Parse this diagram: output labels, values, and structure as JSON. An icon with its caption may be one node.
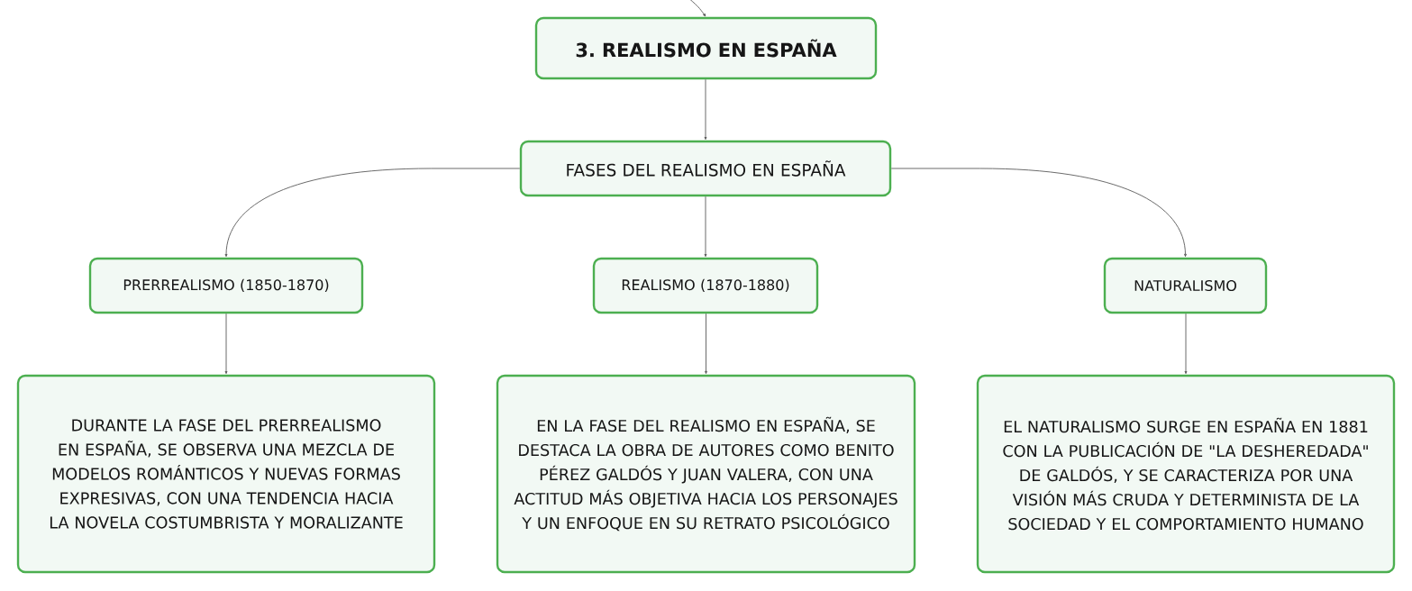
{
  "diagram": {
    "nodes": [
      {
        "text": [
          "3. REALISMO EN ESPAÑA"
        ]
      },
      {
        "text": [
          "FASES DEL REALISMO EN ESPAÑA"
        ]
      },
      {
        "text": [
          "PRERREALISMO (1850-1870)"
        ]
      },
      {
        "text": [
          "REALISMO (1870-1880)"
        ]
      },
      {
        "text": [
          "NATURALISMO"
        ]
      },
      {
        "text": [
          "DURANTE LA FASE DEL PRERREALISMO EN ESPAÑA, SE OBSERVA UNA MEZCLA DE MODELOS ROMÁNTICOS Y NUEVAS FORMAS EXPRESIVAS, CON UNA TENDENCIA HACIA LA NOVELA COSTUMBRISTA Y MORALIZANTE"
        ]
      },
      {
        "text": [
          "EN LA FASE DEL REALISMO EN ESPAÑA, SE DESTACA LA OBRA DE AUTORES COMO BENITO PÉREZ GALDÓS Y JUAN VALERA, CON UNA ACTITUD MÁS OBJETIVA HACIA LOS PERSONAJES Y UN ENFOQUE EN SU RETRATO PSICOLÓGICO"
        ]
      },
      {
        "text": [
          "EL NATURALISMO SURGE EN ESPAÑA EN 1881 CON LA PUBLICACIÓN DE \"LA DESHEREDADA\" DE GALDÓS, Y SE CARACTERIZA POR UNA VISIÓN MÁS CRUDA Y DETERMINISTA DE LA SOCIEDAD Y EL COMPORTAMIENTO HUMANO"
        ]
      }
    ],
    "edges": [
      {
        "from": null,
        "to": 0,
        "arrow": "to"
      },
      {
        "from": 0,
        "to": 1,
        "arrow": "to"
      },
      {
        "from": 1,
        "to": 2,
        "arrow": "to"
      },
      {
        "from": 1,
        "to": 3,
        "arrow": "to"
      },
      {
        "from": 1,
        "to": 4,
        "arrow": "to"
      },
      {
        "from": 2,
        "to": 5,
        "arrow": "to"
      },
      {
        "from": 3,
        "to": 6,
        "arrow": "to"
      },
      {
        "from": 4,
        "to": 7,
        "arrow": "to"
      }
    ]
  }
}
